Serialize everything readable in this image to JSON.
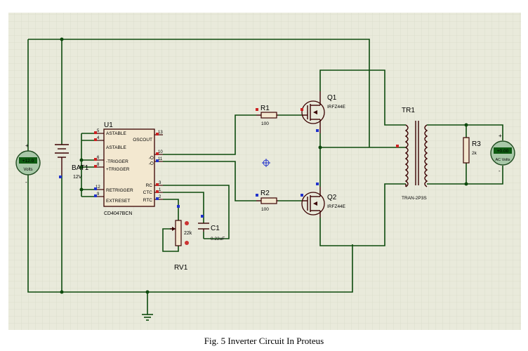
{
  "caption": "Fig. 5 Inverter Circuit In Proteus",
  "voltmeter_left": {
    "reading": "+12.0",
    "unit": "Volts",
    "plus": "+",
    "minus": "-"
  },
  "voltmeter_right": {
    "reading": "+0.00",
    "unit": "AC Volts",
    "plus": "+",
    "minus": "-"
  },
  "battery": {
    "ref": "BAT1",
    "value": "12V"
  },
  "ic": {
    "ref": "U1",
    "part": "CD4047BCN",
    "pins_left": [
      {
        "num": "5",
        "name": "ASTABLE"
      },
      {
        "num": "4",
        "name": "ASTABLE"
      },
      {
        "num": "6",
        "name": "-TRIGGER"
      },
      {
        "num": "8",
        "name": "+TRIGGER"
      },
      {
        "num": "12",
        "name": "RETRIGGER"
      },
      {
        "num": "9",
        "name": "EXTRESET"
      }
    ],
    "pins_right": [
      {
        "num": "13",
        "name": "OSCOUT"
      },
      {
        "num": "10",
        "name": "Q"
      },
      {
        "num": "11",
        "name": "Q"
      },
      {
        "num": "3",
        "name": "RC"
      },
      {
        "num": "1",
        "name": "CTC"
      },
      {
        "num": "2",
        "name": "RTC"
      }
    ]
  },
  "r1": {
    "ref": "R1",
    "value": "100"
  },
  "r2": {
    "ref": "R2",
    "value": "100"
  },
  "r3": {
    "ref": "R3",
    "value": "2k"
  },
  "q1": {
    "ref": "Q1",
    "part": "IRFZ44E"
  },
  "q2": {
    "ref": "Q2",
    "part": "IRFZ44E"
  },
  "rv1": {
    "ref": "RV1",
    "value": "22k"
  },
  "c1": {
    "ref": "C1",
    "value": "0.22uF"
  },
  "tr1": {
    "ref": "TR1",
    "part": "TRAN-2P3S"
  },
  "colors": {
    "grid_bg": "#e9eadb",
    "wire": "#0d4a0d",
    "part": "#3a0000",
    "pin_marker": "#2233cc",
    "pin_active": "#cc2222"
  }
}
